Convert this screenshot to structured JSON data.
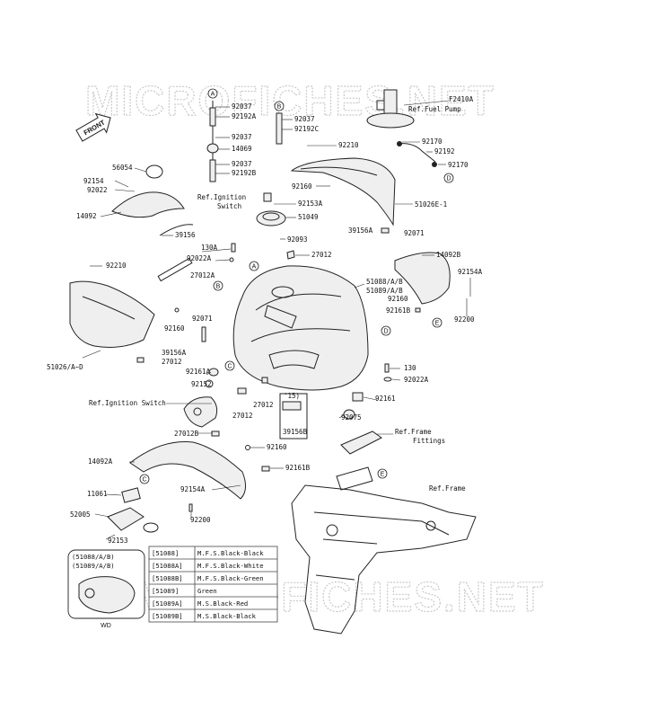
{
  "watermark": "MICROFICHES.NET",
  "front_label": "FRONT",
  "callouts": {
    "A": "A",
    "B": "B",
    "C": "C",
    "D": "D",
    "E": "E"
  },
  "labels": {
    "p92037a": "92037",
    "p92192a": "92192A",
    "p92037b": "92037",
    "p14069": "14069",
    "p92037c": "92037",
    "p92192b": "92192B",
    "p92037d": "92037",
    "p92192c": "92192C",
    "pF2410A": "F2410A",
    "refFuelPump": "Ref.Fuel Pump",
    "p92170a": "92170",
    "p92192": "92192",
    "p92170b": "92170",
    "p92210a": "92210",
    "p56054": "56054",
    "p92154a": "92154",
    "p92022": "92022",
    "p14092": "14092",
    "refIgn1": "Ref.Ignition",
    "refIgn1b": "Switch",
    "p92160a": "92160",
    "p92153A": "92153A",
    "p51026E": "51026E-1",
    "p51049": "51049",
    "p39156A": "39156A",
    "p92071a": "92071",
    "p92093": "92093",
    "p39156": "39156",
    "p130A": "130A",
    "p92022A": "92022A",
    "p27012": "27012",
    "p14092B": "14092B",
    "p92210b": "92210",
    "p27012A": "27012A",
    "p51088": "51088/A/B",
    "p51089": "51089/A/B",
    "p92154A": "92154A",
    "p92160b": "92160",
    "p92161B": "92161B",
    "p92200a": "92200",
    "p92071b": "92071",
    "p92160c": "92160",
    "p39156Ab": "39156A",
    "p27012b": "27012",
    "p51026": "51026/A~D",
    "p92161A": "92161A",
    "p130": "130",
    "p92022Ab": "92022A",
    "p92152": "92152",
    "refIgnSwitch": "Ref.Ignition Switch",
    "p27012c": "27012",
    "p27012d": "27012",
    "p115": "'15)",
    "p39156B": "39156B",
    "p92161": "92161",
    "p92075": "92075",
    "refFrameFit": "Ref.Frame",
    "refFrameFitb": "Fittings",
    "p27012B": "27012B",
    "p92160d": "92160",
    "p14092A": "14092A",
    "p92161Bb": "92161B",
    "refFrame": "Ref.Frame",
    "p11061": "11061",
    "p92154Ab": "92154A",
    "p52005": "52005",
    "p92200b": "92200",
    "p92153": "92153"
  },
  "inset": {
    "line1": "(51088/A/B)",
    "line2": "(51089/A/B)",
    "caption": "WD"
  },
  "color_table": {
    "rows": [
      {
        "code": "[51088]",
        "desc": "M.F.S.Black-Black"
      },
      {
        "code": "[51088A]",
        "desc": "M.F.S.Black-White"
      },
      {
        "code": "[51088B]",
        "desc": "M.F.S.Black-Green"
      },
      {
        "code": "[51089]",
        "desc": "Green"
      },
      {
        "code": "[51089A]",
        "desc": "M.S.Black-Red"
      },
      {
        "code": "[51089B]",
        "desc": "M.S.Black-Black"
      }
    ]
  }
}
